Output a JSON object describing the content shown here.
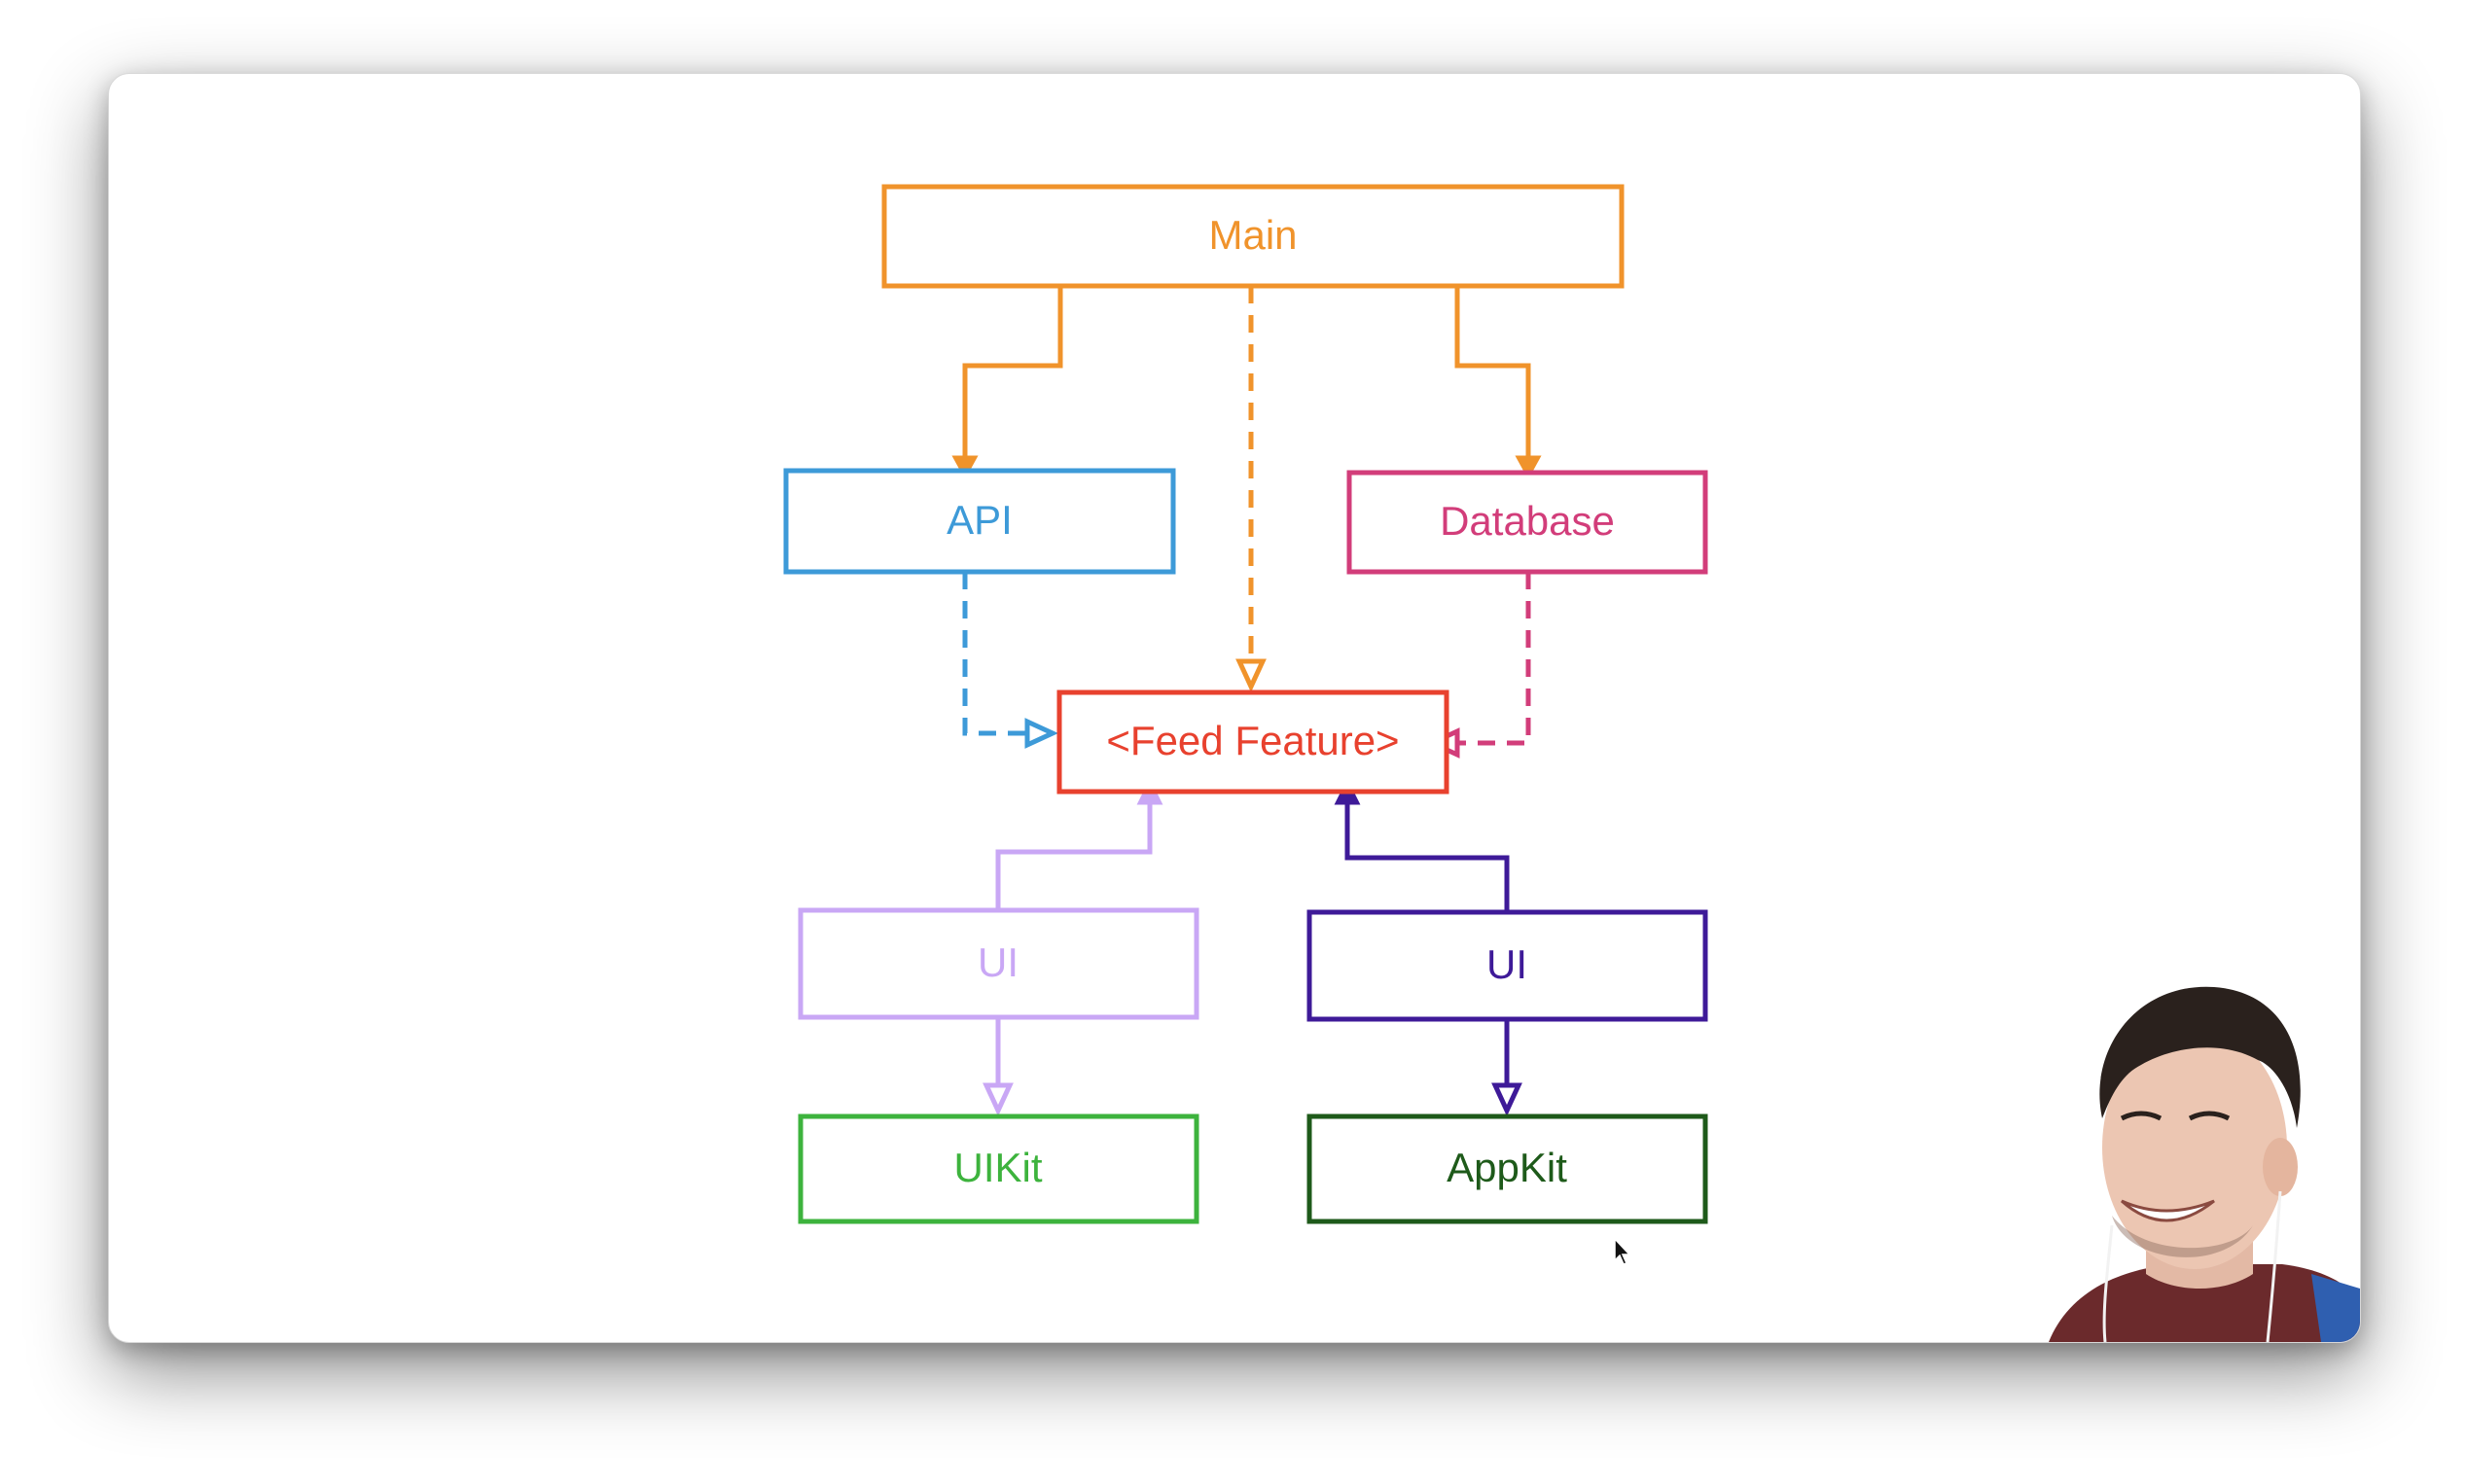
{
  "nodes": {
    "main": {
      "label": "Main",
      "color": "#f0932b"
    },
    "api": {
      "label": "API",
      "color": "#3d9ad8"
    },
    "database": {
      "label": "Database",
      "color": "#d23d7a"
    },
    "feed": {
      "label": "<Feed Feature>",
      "color": "#e8412e"
    },
    "ui_left": {
      "label": "UI",
      "color": "#c9a7f5"
    },
    "ui_right": {
      "label": "UI",
      "color": "#3e1a98"
    },
    "uikit": {
      "label": "UIKit",
      "color": "#3db33d"
    },
    "appkit": {
      "label": "AppKit",
      "color": "#1e5a1a"
    }
  },
  "edges": [
    {
      "from": "Main",
      "to": "API",
      "style": "solid",
      "color": "#f0932b"
    },
    {
      "from": "Main",
      "to": "<Feed Feature>",
      "style": "dashed",
      "color": "#f0932b"
    },
    {
      "from": "Main",
      "to": "Database",
      "style": "solid",
      "color": "#f0932b"
    },
    {
      "from": "API",
      "to": "<Feed Feature>",
      "style": "dashed",
      "color": "#3d9ad8"
    },
    {
      "from": "Database",
      "to": "<Feed Feature>",
      "style": "dashed",
      "color": "#d23d7a"
    },
    {
      "from": "UI",
      "to": "<Feed Feature>",
      "style": "solid",
      "color": "#c9a7f5"
    },
    {
      "from": "UI",
      "to": "<Feed Feature>",
      "style": "solid",
      "color": "#3e1a98"
    },
    {
      "from": "UI",
      "to": "UIKit",
      "style": "solid",
      "color": "#c9a7f5"
    },
    {
      "from": "UI",
      "to": "AppKit",
      "style": "solid",
      "color": "#3e1a98"
    }
  ]
}
